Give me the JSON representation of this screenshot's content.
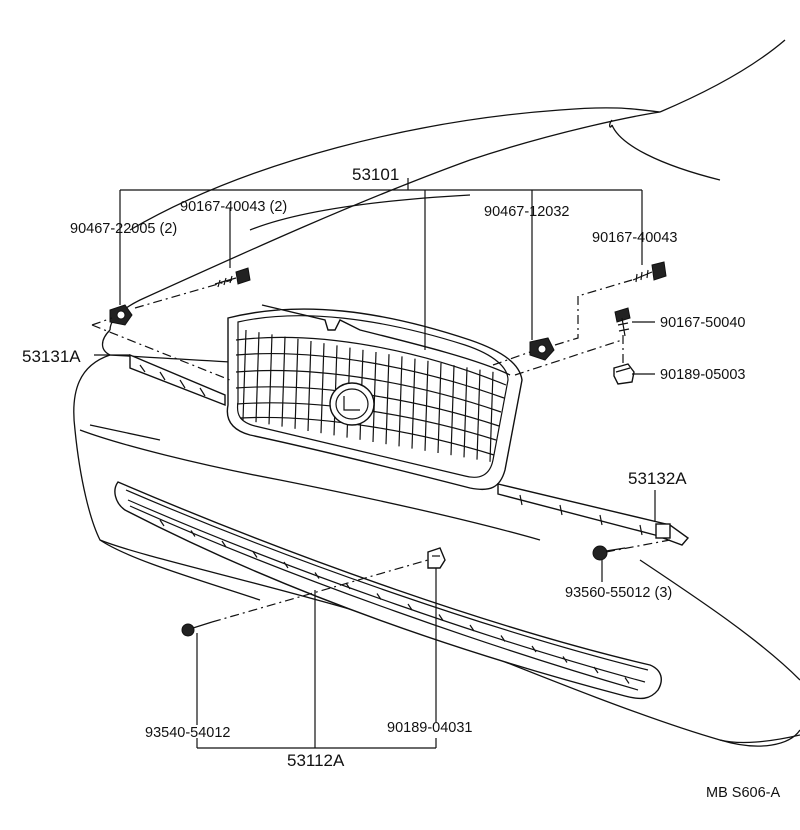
{
  "labels": {
    "assembly": "53101",
    "clip_left": "90467-22005 (2)",
    "screw_left": "90167-40043 (2)",
    "clip_right": "90467-12032",
    "screw_right": "90167-40043",
    "screw_mid": "90167-50040",
    "nut_mid": "90189-05003",
    "molding_left": "53131A",
    "molding_right": "53132A",
    "screw_molding": "93560-55012 (3)",
    "screw_bottom": "93540-54012",
    "nut_bottom": "90189-04031",
    "lower_grille": "53112A",
    "diagram_code": "MB  S606-A"
  }
}
